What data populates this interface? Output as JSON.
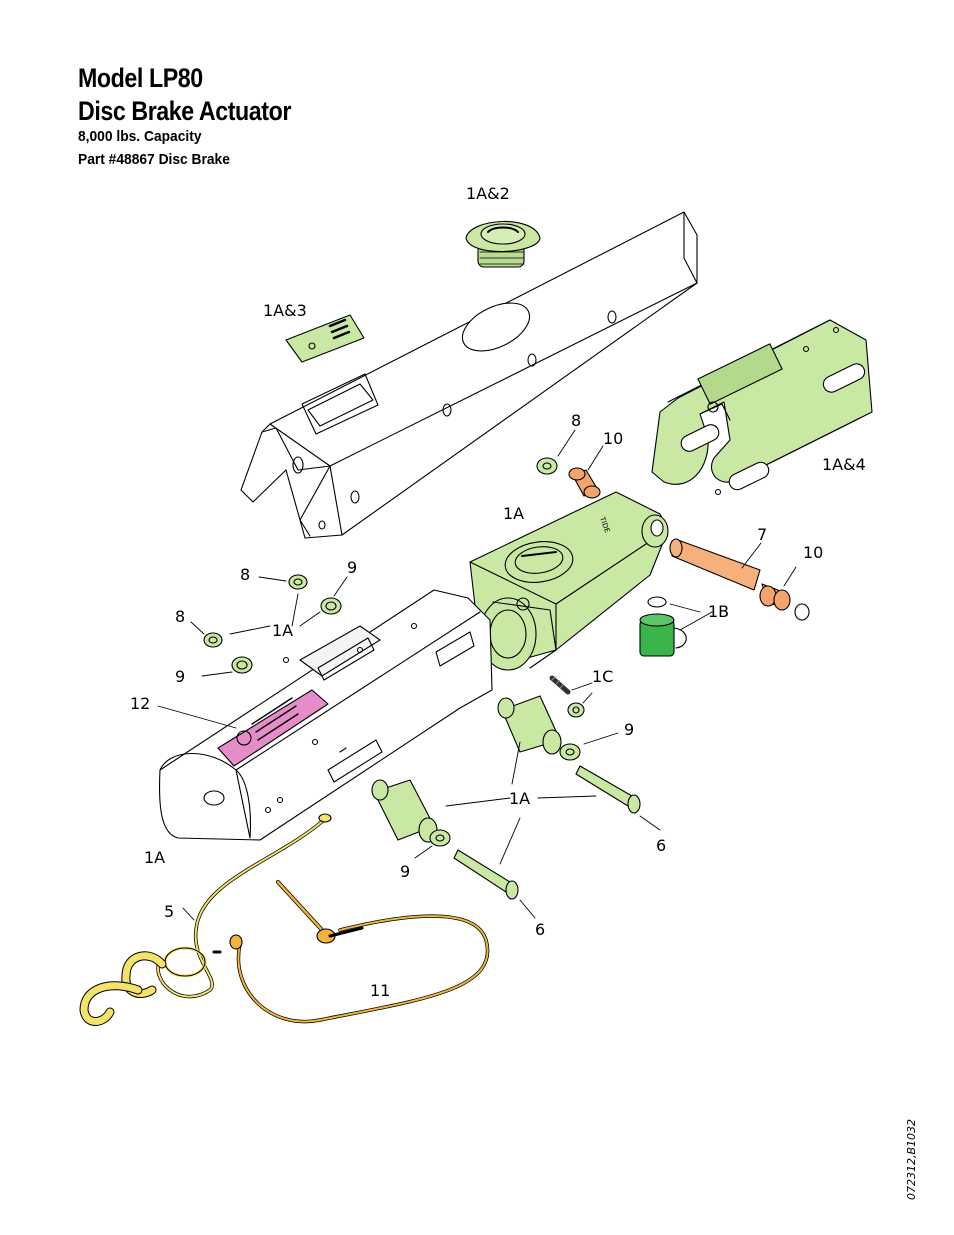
{
  "header": {
    "title_line1": "Model LP80",
    "title_line2": "Disc Brake Actuator",
    "capacity": "8,000 lbs. Capacity",
    "part": "Part #48867 Disc Brake"
  },
  "callouts": {
    "c_1a2": "1A&2",
    "c_1a3": "1A&3",
    "c_1a4": "1A&4",
    "c_8_top": "8",
    "c_10_top": "10",
    "c_1a_body": "1A",
    "c_7": "7",
    "c_10_right": "10",
    "c_8_left": "8",
    "c_9_left_top": "9",
    "c_8_left2": "8",
    "c_1a_left": "1A",
    "c_9_left": "9",
    "c_1b": "1B",
    "c_12": "12",
    "c_1c": "1C",
    "c_9_mid": "9",
    "c_1a_mid": "1A",
    "c_6_right": "6",
    "c_1a_bottom": "1A",
    "c_9_bottom": "9",
    "c_6_bottom": "6",
    "c_5": "5",
    "c_11": "11"
  },
  "doc_id": "072312,B1032",
  "colors": {
    "part_green": "#c9e8a4",
    "solenoid_green": "#3ab54a",
    "bushing_orange": "#f2a46a",
    "pin_orange": "#f6b07c",
    "label_pink": "#e68cc8",
    "cable_yellow": "#f3e36a",
    "wire_orange": "#f2b43c",
    "line": "#000000"
  }
}
